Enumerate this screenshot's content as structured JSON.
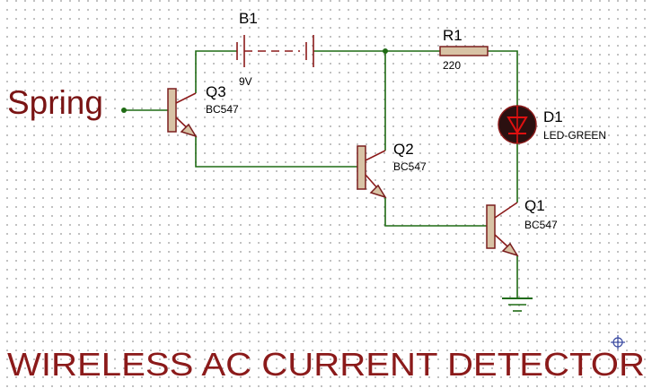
{
  "title": "WIRELESS AC CURRENT DETECTOR",
  "input_label": "Spring",
  "components": {
    "battery": {
      "ref": "B1",
      "value": "9V"
    },
    "resistor": {
      "ref": "R1",
      "value": "220"
    },
    "led": {
      "ref": "D1",
      "value": "LED-GREEN"
    },
    "q1": {
      "ref": "Q1",
      "value": "BC547"
    },
    "q2": {
      "ref": "Q2",
      "value": "BC547"
    },
    "q3": {
      "ref": "Q3",
      "value": "BC547"
    }
  },
  "colors": {
    "wire": "#1f6b14",
    "component": "#8b1a1a",
    "title": "#8b1a1a",
    "label": "#7a1414",
    "led_fill": "#2b1010",
    "led_arrow": "#e01010"
  }
}
